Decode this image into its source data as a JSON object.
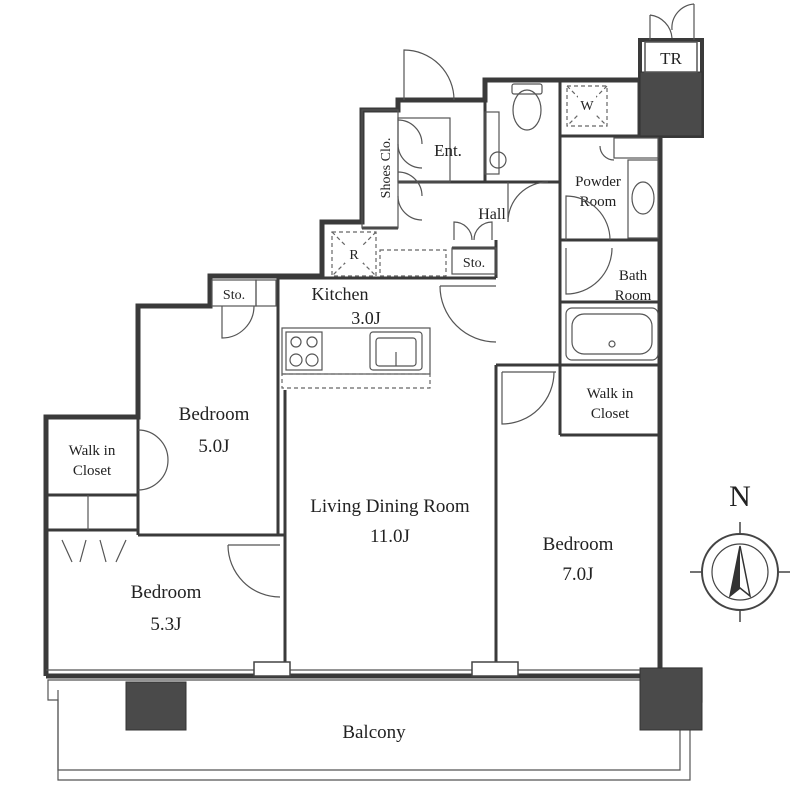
{
  "rooms": {
    "tr": "TR",
    "w": "W",
    "ent": "Ent.",
    "shoes": "Shoes Clo.",
    "powder_1": "Powder",
    "powder_2": "Room",
    "hall": "Hall",
    "r": "R",
    "sto_center": "Sto.",
    "sto_left": "Sto.",
    "bath_1": "Bath",
    "bath_2": "Room",
    "kitchen": "Kitchen",
    "kitchen_size": "3.0J",
    "bedroom_a": "Bedroom",
    "bedroom_a_size": "5.0J",
    "walkin_left_1": "Walk in",
    "walkin_left_2": "Closet",
    "walkin_right_1": "Walk in",
    "walkin_right_2": "Closet",
    "living": "Living Dining Room",
    "living_size": "11.0J",
    "bedroom_b": "Bedroom",
    "bedroom_b_size": "7.0J",
    "bedroom_c": "Bedroom",
    "bedroom_c_size": "5.3J",
    "balcony": "Balcony"
  },
  "compass": {
    "north": "N"
  }
}
